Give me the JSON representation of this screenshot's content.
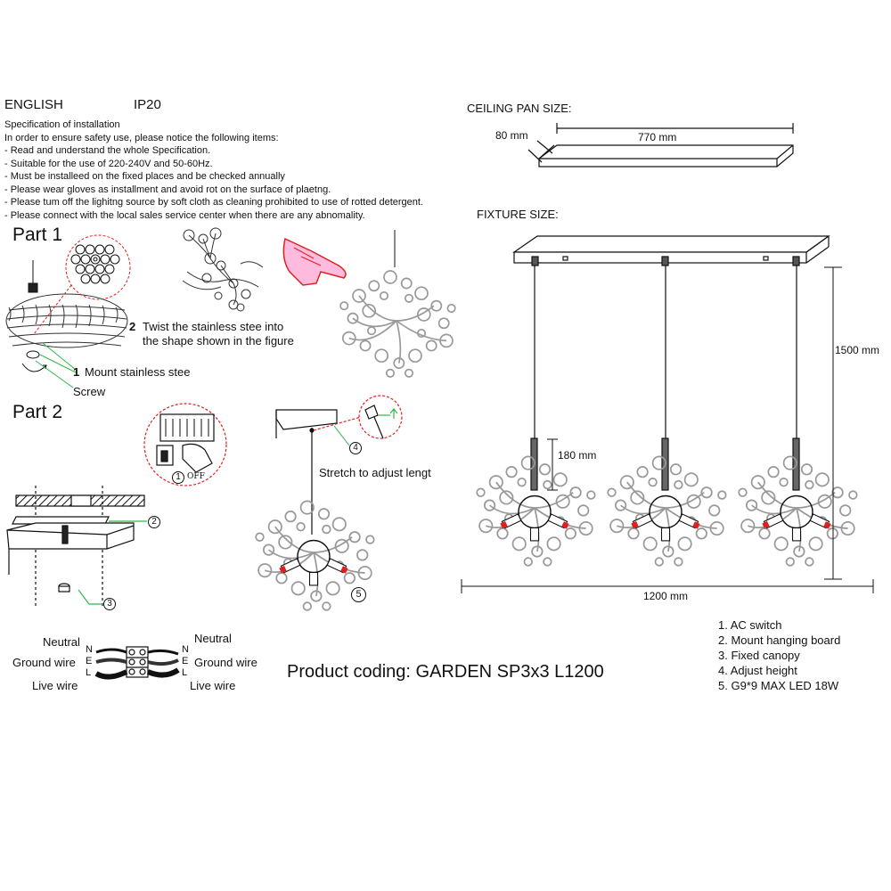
{
  "header": {
    "language": "ENGLISH",
    "ip_rating": "IP20"
  },
  "spec": {
    "title": "Specification of installation",
    "lines": [
      "In order to ensure safety use, please notice the following items:",
      "- Read and understand the whole Specification.",
      "- Suitable for the use of 220-240V and 50-60Hz.",
      "- Must be installeed on the fixed places and be checked annually",
      "- Please wear gloves as installment and avoid rot on the surface of plaetng.",
      "- Please tum off the lighitng source by soft cloth as cleaning prohibited to use of rotted detergent.",
      "- Please connect with the local sales service center when there are any abnomality."
    ]
  },
  "part1": {
    "title": "Part 1",
    "step2_num": "2",
    "step2_line1": "Twist  the  stainless  stee  into",
    "step2_line2": "the shape shown in the figure",
    "step1_num": "1",
    "step1_label": "Mount stainless stee",
    "screw": "Screw"
  },
  "part2": {
    "title": "Part 2",
    "switch_off": "OFF",
    "c1": "1",
    "c2": "2",
    "c3": "3",
    "c4": "4",
    "c5": "5",
    "stretch": "Stretch to adjust lengt"
  },
  "wiring": {
    "neutral_left": "Neutral",
    "ground_left": "Ground wire",
    "live_left": "Live wire",
    "n_left": "N",
    "e_left": "E",
    "l_left": "L",
    "neutral_right": "Neutral",
    "ground_right": "Ground wire",
    "live_right": "Live wire",
    "n_right": "N",
    "e_right": "E",
    "l_right": "L"
  },
  "product_coding": "Product coding: GARDEN SP3x3 L1200",
  "ceiling": {
    "title": "CEILING PAN  SIZE:",
    "depth": "80 mm",
    "length": "770 mm"
  },
  "fixture": {
    "title": "FIXTURE SIZE:",
    "height": "1500 mm",
    "drop": "180 mm",
    "width": "1200 mm"
  },
  "legend": [
    "1. AC switch",
    "2. Mount hanging board",
    "3. Fixed canopy",
    "4. Adjust height",
    "5. G9*9 MAX LED 18W"
  ],
  "colors": {
    "accent": "#e02020",
    "leader": "#2fb84a",
    "line": "#111111"
  }
}
